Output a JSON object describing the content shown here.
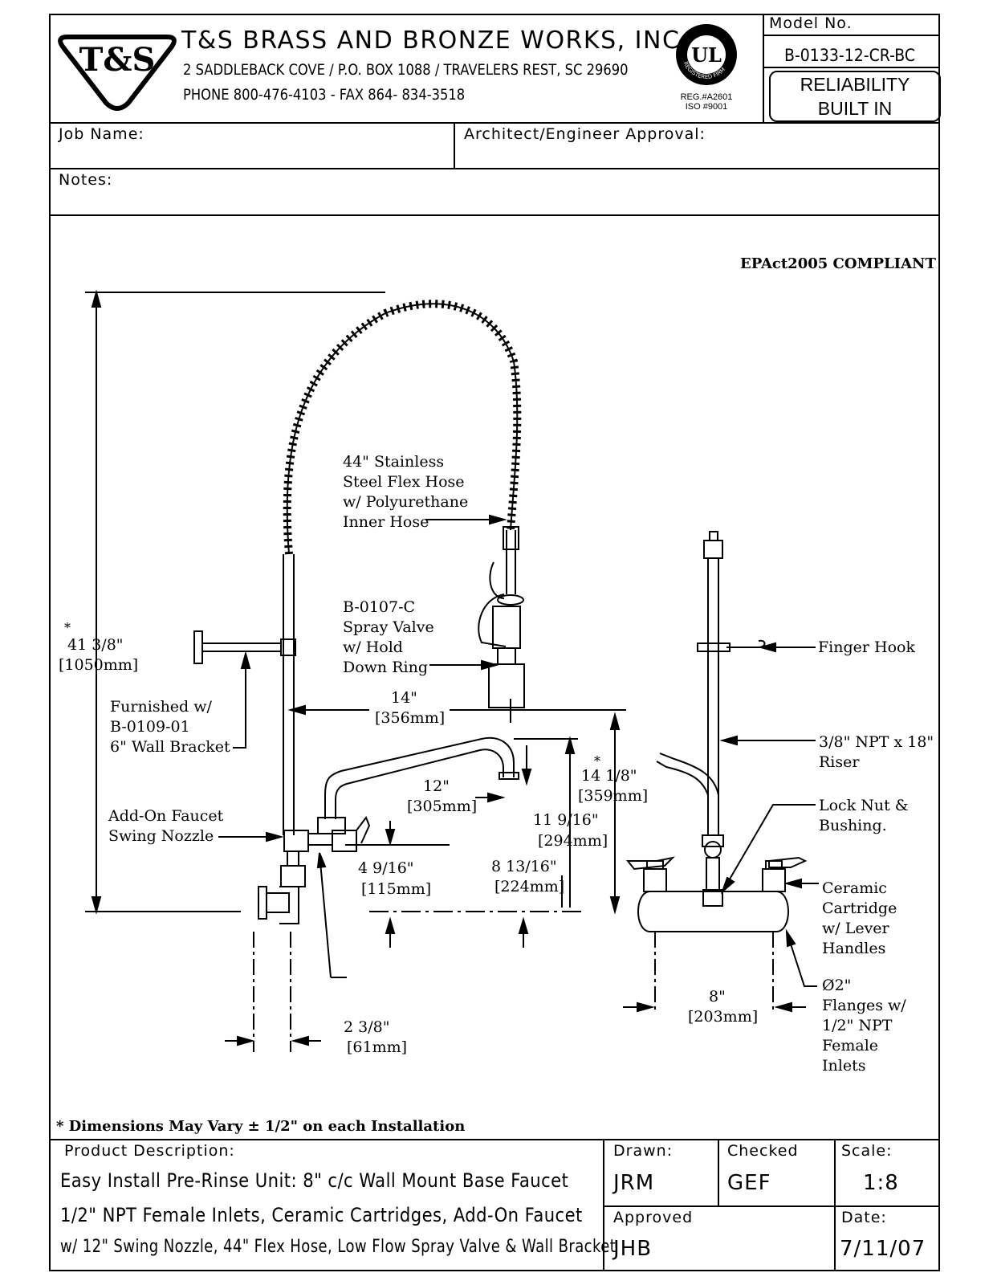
{
  "header": {
    "logo_text": "T&S",
    "company": "T&S BRASS AND BRONZE WORKS, INC.",
    "address": "2 SADDLEBACK COVE / P.O. BOX 1088 / TRAVELERS REST, SC 29690",
    "phone": "PHONE 800-476-4103 - FAX  864- 834-3518",
    "ul_mark": "UL",
    "ul_ring_text": "REGISTERED FIRM",
    "reg_line": "REG.#A2601",
    "iso_line": "ISO  #9001",
    "model_label": "Model  No.",
    "model_number": "B-0133-12-CR-BC",
    "reliability_line1": "RELIABILITY",
    "reliability_line2": "BUILT IN"
  },
  "fields": {
    "job_name_label": "Job  Name:",
    "architect_label": "Architect/Engineer  Approval:",
    "notes_label": "Notes:"
  },
  "drawing": {
    "compliance": "EPAct2005  COMPLIANT",
    "hose_label": [
      "44\" Stainless",
      "Steel Flex Hose",
      "w/ Polyurethane",
      "Inner Hose"
    ],
    "valve_label": [
      "B-0107-C",
      "Spray Valve",
      "w/ Hold",
      "Down Ring"
    ],
    "height_star": "*",
    "height_in": "41 3/8\"",
    "height_mm": "[1050mm]",
    "bracket_label": [
      "Furnished w/",
      "B-0109-01",
      "6\" Wall Bracket"
    ],
    "reach_in": "14\"",
    "reach_mm": "[356mm]",
    "nozzle_in": "12\"",
    "nozzle_mm": "[305mm]",
    "swing_label": [
      "Add-On Faucet",
      "Swing Nozzle"
    ],
    "spout_in": "4 9/16\"",
    "spout_mm": "[115mm]",
    "dim_8_13_in": "8 13/16\"",
    "dim_8_13_mm": "[224mm]",
    "dim_11_9_in": "11 9/16\"",
    "dim_11_9_mm": "[294mm]",
    "dim_14_1_star": "*",
    "dim_14_1_in": "14 1/8\"",
    "dim_14_1_mm": "[359mm]",
    "wall_in": "2 3/8\"",
    "wall_mm": "[61mm]",
    "finger_hook": "Finger Hook",
    "riser_label": [
      "3/8\" NPT x 18\"",
      "Riser"
    ],
    "lock_nut_label": [
      "Lock Nut &",
      "Bushing."
    ],
    "cartridge_label": [
      "Ceramic",
      "Cartridge",
      "w/ Lever",
      "Handles"
    ],
    "center_in": "8\"",
    "center_mm": "[203mm]",
    "flange_label": [
      "Ø2\"",
      "Flanges w/",
      "1/2\" NPT",
      "Female",
      "Inlets"
    ],
    "footnote": "* Dimensions May Vary ± 1/2\" on each Installation"
  },
  "titleblock": {
    "product_label": "Product  Description:",
    "desc_lines": [
      "Easy Install Pre-Rinse Unit: 8\" c/c Wall Mount Base Faucet",
      "1/2\" NPT Female Inlets, Ceramic Cartridges, Add-On Faucet",
      "w/ 12\" Swing Nozzle, 44\" Flex Hose, Low Flow Spray Valve & Wall Bracket"
    ],
    "drawn_label": "Drawn:",
    "drawn_value": "JRM",
    "checked_label": "Checked",
    "checked_value": "GEF",
    "scale_label": "Scale:",
    "scale_value": "1:8",
    "approved_label": "Approved",
    "approved_value": "JHB",
    "date_label": "Date:",
    "date_value": "7/11/07"
  }
}
